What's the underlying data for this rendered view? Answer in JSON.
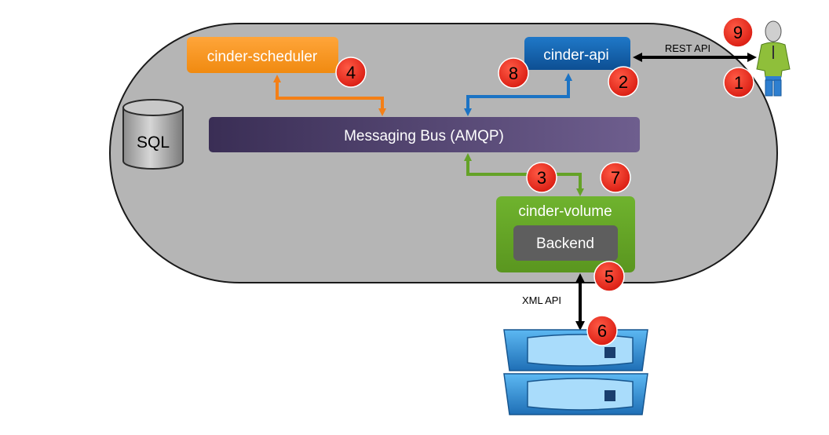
{
  "components": {
    "sql": "SQL",
    "scheduler": "cinder-scheduler",
    "api": "cinder-api",
    "bus": "Messaging Bus (AMQP)",
    "volume": "cinder-volume",
    "backend": "Backend"
  },
  "links": {
    "rest_api": "REST API",
    "xml_api": "XML API"
  },
  "steps": [
    "1",
    "2",
    "3",
    "4",
    "5",
    "6",
    "7",
    "8",
    "9"
  ],
  "colors": {
    "pill": "#b5b5b5",
    "scheduler": "#f7941d",
    "api": "#1565b0",
    "bus": "#4a3f6b",
    "volume": "#64a227",
    "backend": "#5e5e5e",
    "step": "#e8261b",
    "storage": "#2f8fd8"
  }
}
